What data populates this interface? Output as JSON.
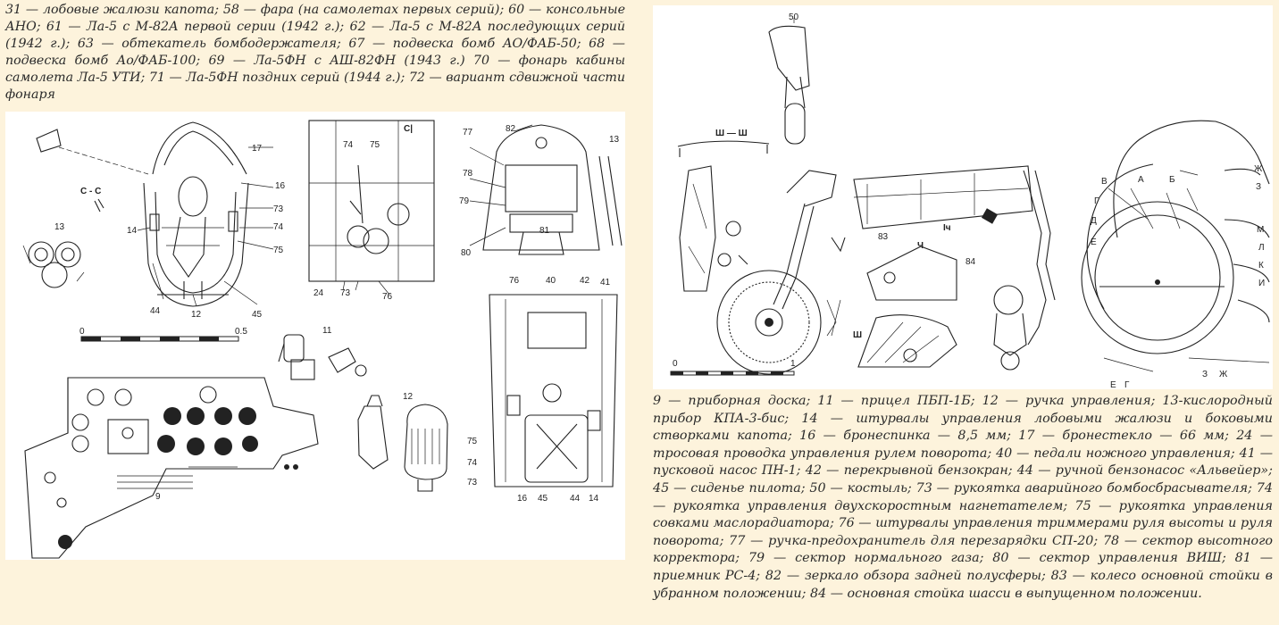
{
  "caption_left": "31 — лобовые жалюзи капота; 58 — фара (на самолетах первых серий); 60 — консольные АНО; 61 — Ла-5 с М-82А первой серии (1942 г.); 62 — Ла-5 с М-82А последующих серий (1942 г.); 63 — обтекатель бомбодержателя; 67 — подвеска бомб АО/ФАБ-50; 68 — подвеска бомб Ао/ФАБ-100; 69 — Ла-5ФН с АШ-82ФН (1943 г.) 70 — фонарь кабины самолета Ла-5 УТИ; 71 — Ла-5ФН поздних серий (1944 г.); 72 — вариант сдвижной части фонаря",
  "caption_right": "9 — приборная доска; 11 — прицел ПБП-1Б; 12 — ручка управления; 13-кислородный прибор КПА-3-бис; 14 — штурвалы управления лобовыми жалюзи и боковыми створками капота; 16 — бронеспинка — 8,5 мм; 17 — бронестекло — 66 мм; 24 — тросовая проводка управления рулем поворота; 40 — педали ножного управления; 41 — пусковой насос ПН-1; 42 — перекрывной бензокран; 44 — ручной бензонасос «Альвейер»; 45 — сиденье пилота; 50 — костыль; 73 — рукоятка аварийного бомбосбрасывателя; 74 — рукоятка управления двухскоростным нагнетателем; 75 — рукоятка управления совками маслорадиатора; 76 — штурвалы управления триммерами руля высоты и руля поворота; 77 — ручка-предохранитель для перезарядки СП-20; 78 — сектор высотного корректора; 79 — сектор нормального газа; 80 — сектор управления ВИШ; 81 — приемник РС-4; 82 — зеркало обзора задней полусферы; 83 — колесо основной стойки в убранном положении; 84 — основная стойка шасси в выпущенном положении.",
  "left_labels": {
    "l17": "17",
    "l16": "16",
    "l73": "73",
    "l74": "74",
    "l75": "75",
    "l14": "14",
    "l44": "44",
    "l12": "12",
    "l45": "45",
    "l13": "13",
    "cc": "С - С",
    "s0": "0",
    "s05": "0.5",
    "l11": "11",
    "l12b": "12",
    "l9": "9",
    "c74": "74",
    "c75": "75",
    "c24": "24",
    "c73": "73",
    "c76": "76",
    "cC": "С|",
    "c77": "77",
    "c78": "78",
    "c79": "79",
    "c80": "80",
    "c82": "82",
    "c81": "81",
    "c13": "13",
    "f76": "76",
    "f40": "40",
    "f42": "42",
    "f41": "41",
    "f75": "75",
    "f74": "74",
    "f73": "73",
    "f16": "16",
    "f45": "45",
    "f44": "44",
    "f14": "14"
  },
  "right_labels": {
    "r50": "50",
    "rshsh": "Ш — Ш",
    "r83": "83",
    "rch": "Iч",
    "r84": "84",
    "rch2": "Ч",
    "rsh": "Ш",
    "r0": "0",
    "r1": "1",
    "zh": "Ж",
    "z": "З",
    "v": "В",
    "a": "А",
    "b": "Б",
    "g": "Г",
    "d": "Д",
    "e": "Е",
    "m": "М",
    "l": "Л",
    "k": "К",
    "i": "И",
    "bz": "З",
    "bzh": "Ж",
    "be": "Е",
    "bg": "Г"
  }
}
